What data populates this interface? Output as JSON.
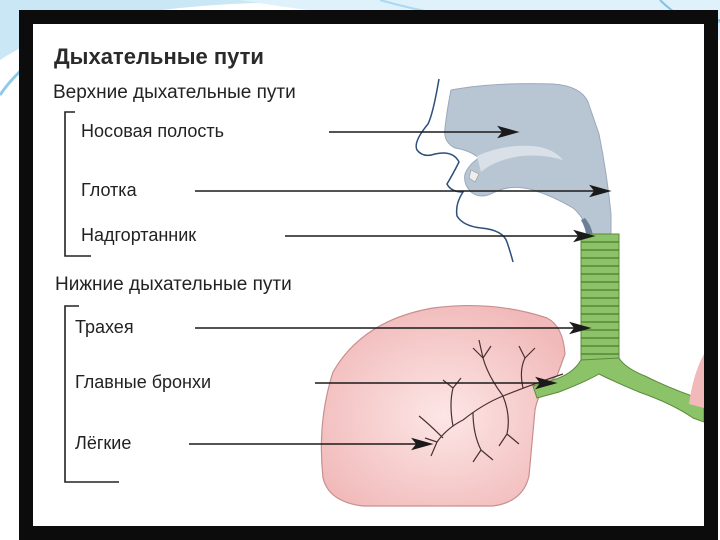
{
  "slide": {
    "title": "Дыхательные пути",
    "upper": {
      "heading": "Верхние дыхательные пути",
      "items": [
        "Носовая полость",
        "Глотка",
        "Надгортанник"
      ]
    },
    "lower": {
      "heading": "Нижние дыхательные пути",
      "items": [
        "Трахея",
        "Главные бронхи",
        "Лёгкие"
      ]
    }
  },
  "colors": {
    "frame": "#0c0c0c",
    "wave_accent": "#9fd3ec",
    "airway": "#b8c5d3",
    "trachea": "#8cc268",
    "lung": "#f4c2c2",
    "arrow": "#1a1a1a"
  }
}
